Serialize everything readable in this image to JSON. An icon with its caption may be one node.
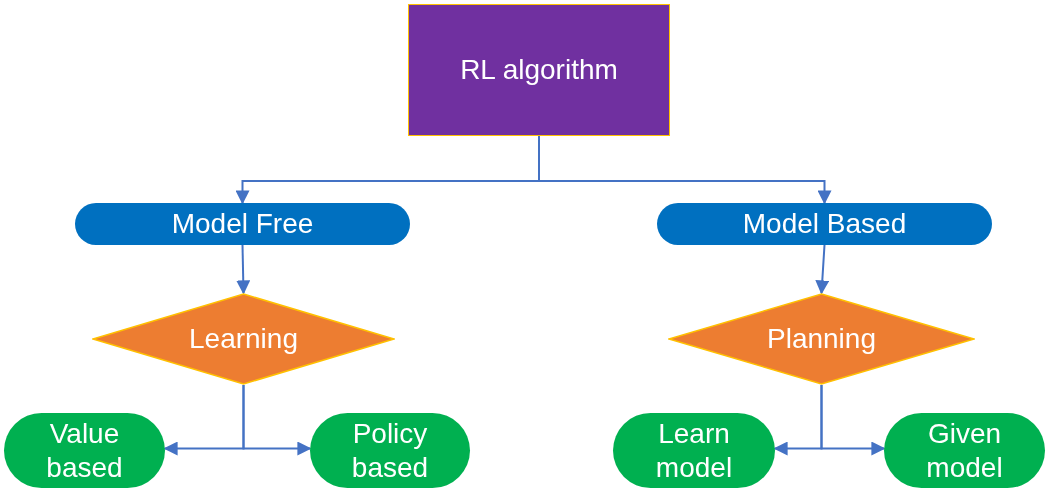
{
  "diagram": {
    "nodes": [
      {
        "text": [
          "RL algorithm"
        ]
      },
      {
        "text": [
          "Model Free"
        ]
      },
      {
        "text": [
          "Model Based"
        ]
      },
      {
        "text": [
          "Learning"
        ]
      },
      {
        "text": [
          "Planning"
        ]
      },
      {
        "text": [
          "Value based"
        ]
      },
      {
        "text": [
          "Policy based"
        ]
      },
      {
        "text": [
          "Learn model"
        ]
      },
      {
        "text": [
          "Given model"
        ]
      }
    ],
    "edges": [
      {
        "from": 0,
        "to": 1,
        "arrow": "to"
      },
      {
        "from": 0,
        "to": 2,
        "arrow": "to"
      },
      {
        "from": 1,
        "to": 3,
        "arrow": "to"
      },
      {
        "from": 2,
        "to": 4,
        "arrow": "to"
      },
      {
        "from": 3,
        "to": 5,
        "arrow": "to"
      },
      {
        "from": 3,
        "to": 6,
        "arrow": "to"
      },
      {
        "from": 4,
        "to": 7,
        "arrow": "to"
      },
      {
        "from": 4,
        "to": 8,
        "arrow": "to"
      }
    ]
  }
}
